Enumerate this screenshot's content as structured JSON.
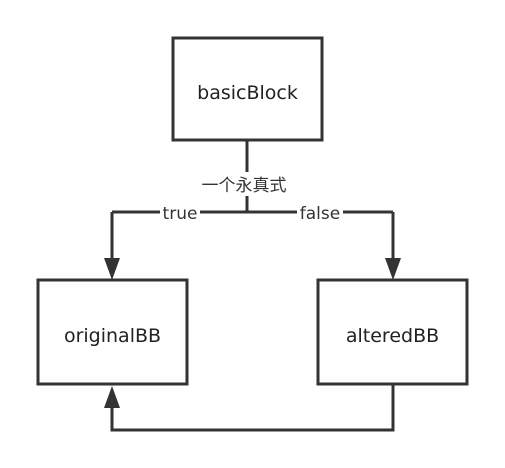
{
  "diagram": {
    "nodes": {
      "basic": {
        "label": "basicBlock"
      },
      "original": {
        "label": "originalBB"
      },
      "altered": {
        "label": "alteredBB"
      }
    },
    "condition_label": "一个永真式",
    "edge_labels": {
      "true_label": "true",
      "false_label": "false"
    },
    "colors": {
      "stroke": "#333333",
      "text": "#222222",
      "background": "#ffffff"
    }
  }
}
